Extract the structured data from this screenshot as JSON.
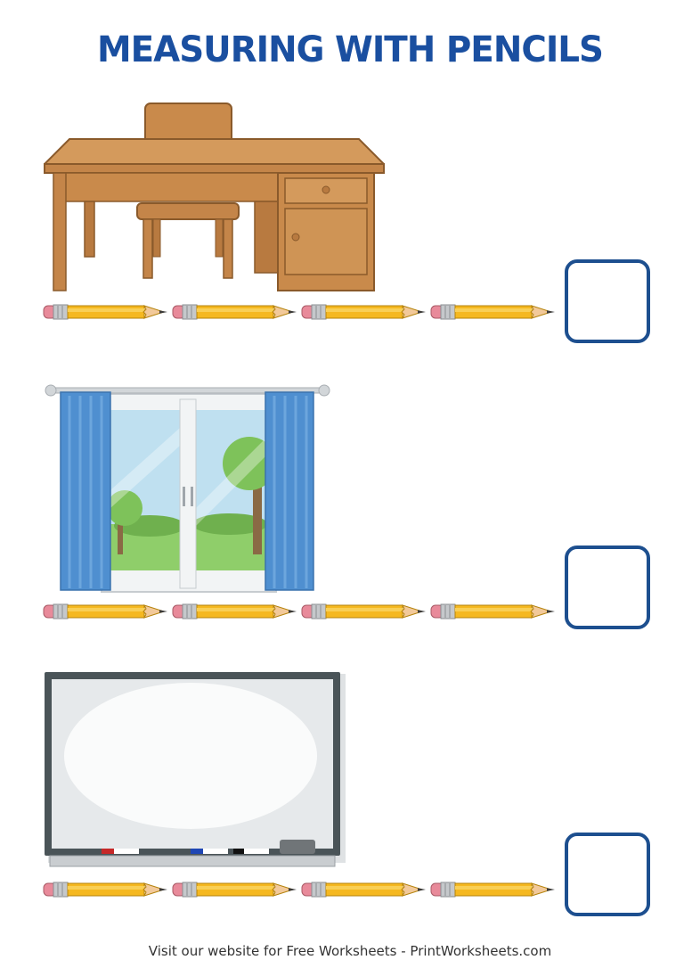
{
  "title": "MEASURING WITH PENCILS",
  "colors": {
    "title": "#1a4fa0",
    "answer_box_border": "#1d4f8f",
    "pencil_body": "#f5b820",
    "pencil_eraser": "#e88a9a",
    "pencil_ferrule": "#b9bcbf",
    "pencil_wood": "#f2c99a",
    "pencil_lead": "#3a3a3a",
    "desk_wood": "#c98a4b",
    "curtain": "#4f8fd0",
    "whiteboard_frame": "#4a5458"
  },
  "sections": [
    {
      "object": "desk",
      "object_icon": "desk-with-chair-illustration",
      "pencil_count": 4,
      "answer": ""
    },
    {
      "object": "window",
      "object_icon": "window-with-curtains-illustration",
      "pencil_count": 4,
      "answer": ""
    },
    {
      "object": "whiteboard",
      "object_icon": "whiteboard-illustration",
      "pencil_count": 4,
      "answer": ""
    }
  ],
  "footer": "Visit our website for Free Worksheets - PrintWorksheets.com"
}
